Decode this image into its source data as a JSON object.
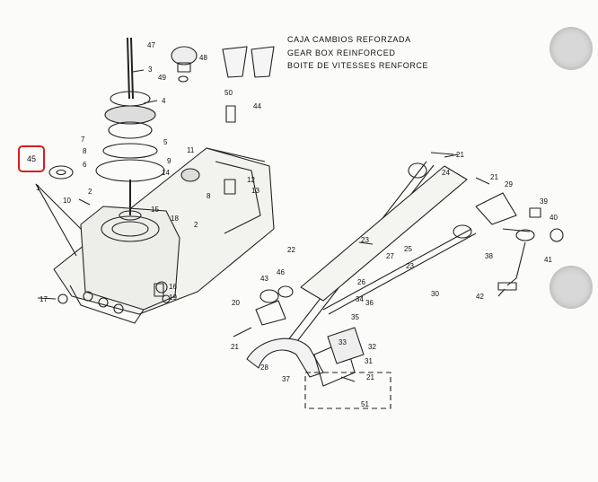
{
  "header": {
    "lines": [
      "CAJA CAMBIOS REFORZADA",
      "GEAR BOX REINFORCED",
      "BOITE DE VITESSES RENFORCE"
    ]
  },
  "highlight": {
    "label": "45",
    "color": "#d61f1f"
  },
  "part_labels": {
    "p1": "1",
    "p2": "2",
    "p2b": "2",
    "p3": "3",
    "p4": "4",
    "p5": "5",
    "p6": "6",
    "p7": "7",
    "p8": "8",
    "p8b": "8",
    "p9": "9",
    "p10": "10",
    "p11": "11",
    "p12": "12",
    "p13": "13",
    "p14": "14",
    "p15": "15",
    "p16": "16",
    "p17": "17",
    "p18": "18",
    "p19": "19",
    "p20": "20",
    "p21a": "21",
    "p21b": "21",
    "p21c": "21",
    "p21d": "21",
    "p22": "22",
    "p23a": "23",
    "p23b": "23",
    "p24": "24",
    "p25": "25",
    "p26": "26",
    "p27": "27",
    "p28": "28",
    "p29": "29",
    "p30": "30",
    "p31": "31",
    "p32": "32",
    "p33": "33",
    "p34": "34",
    "p35": "35",
    "p36": "36",
    "p37": "37",
    "p38": "38",
    "p39": "39",
    "p40": "40",
    "p41": "41",
    "p42": "42",
    "p43": "43",
    "p44": "44",
    "p46": "46",
    "p47": "47",
    "p48": "48",
    "p49": "49",
    "p50": "50",
    "p51": "51"
  }
}
